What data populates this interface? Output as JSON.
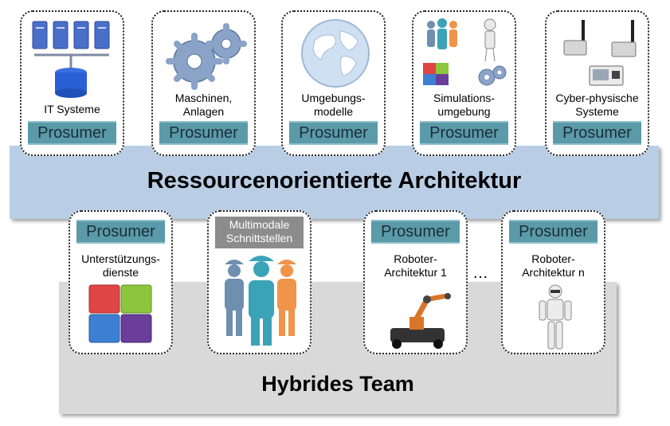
{
  "top_band": {
    "title": "Ressourcenorientierte Architektur"
  },
  "bottom_band": {
    "title": "Hybrides Team"
  },
  "prosumer_label": "Prosumer",
  "top_cards": [
    {
      "label": "IT Systeme",
      "icon": "server-rack-icon"
    },
    {
      "label": "Maschinen,\nAnlagen",
      "icon": "gears-icon"
    },
    {
      "label": "Umgebungs-\nmodelle",
      "icon": "globe-icon"
    },
    {
      "label": "Simulations-\numgebung",
      "icon": "simulation-icon"
    },
    {
      "label": "Cyber-physische\nSysteme",
      "icon": "sensor-device-icon"
    }
  ],
  "bottom_cards": [
    {
      "label": "Unterstützungs-\ndienste",
      "icon": "tiles-icon"
    },
    {
      "label": "Multimodale\nSchnittstellen",
      "icon": "workers-icon"
    },
    {
      "label": "Roboter-\nArchitektur  1",
      "icon": "robot-arm-icon"
    },
    {
      "label": "Roboter-\nArchitektur  n",
      "icon": "humanoid-robot-icon"
    }
  ],
  "ellipsis": "…",
  "colors": {
    "top_band": "#b9cde5",
    "bottom_band": "#d9d9d9",
    "prosumer": "#5b9aa8",
    "multimodal_header": "#8c8c8c"
  }
}
